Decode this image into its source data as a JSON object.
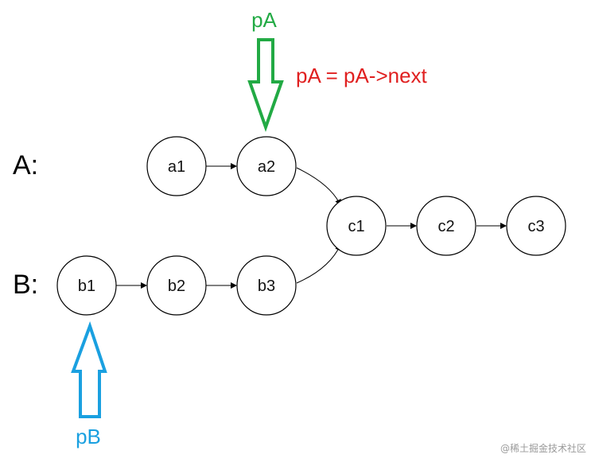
{
  "row_labels": {
    "a": "A:",
    "b": "B:"
  },
  "nodes": {
    "a1": "a1",
    "a2": "a2",
    "b1": "b1",
    "b2": "b2",
    "b3": "b3",
    "c1": "c1",
    "c2": "c2",
    "c3": "c3"
  },
  "pointers": {
    "pa": {
      "label": "pA",
      "color": "#22aa44"
    },
    "pb": {
      "label": "pB",
      "color": "#1aa0e0"
    }
  },
  "annotation": {
    "text": "pA = pA->next",
    "color": "#e02020"
  },
  "watermark": "@稀土掘金技术社区"
}
